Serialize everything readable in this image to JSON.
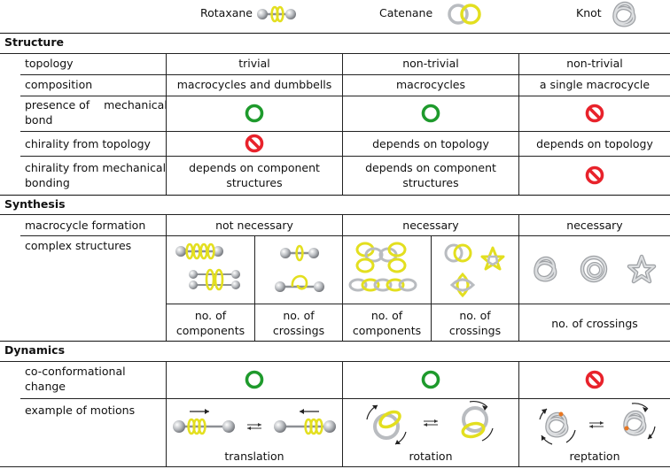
{
  "header": {
    "rotaxane": "Rotaxane",
    "catenane": "Catenane",
    "knot": "Knot"
  },
  "sections": {
    "structure": "Structure",
    "synthesis": "Synthesis",
    "dynamics": "Dynamics"
  },
  "rows": {
    "topology": {
      "label": "topology",
      "rotaxane": "trivial",
      "catenane": "non-trivial",
      "knot": "non-trivial"
    },
    "composition": {
      "label": "composition",
      "rotaxane": "macrocycles and dumbbells",
      "catenane": "macrocycles",
      "knot": "a single macrocycle"
    },
    "mechanical_bond": {
      "label_line1": "presence of    mechanical",
      "label_line2": "bond",
      "rotaxane": "yes",
      "catenane": "yes",
      "knot": "no"
    },
    "chirality_topology": {
      "label": "chirality from topology",
      "rotaxane": "no",
      "catenane": "depends on topology",
      "knot": "depends on topology"
    },
    "chirality_mechanical": {
      "label_line1": "chirality from mechanical",
      "label_line2": "bonding",
      "rotaxane_line1": "depends on component",
      "rotaxane_line2": "structures",
      "catenane_line1": "depends on component",
      "catenane_line2": "structures",
      "knot": "no"
    },
    "macrocycle_formation": {
      "label": "macrocycle formation",
      "rotaxane": "not necessary",
      "catenane": "necessary",
      "knot": "necessary"
    },
    "complex_structures": {
      "label": "complex structures",
      "rotaxane_left_line1": "no. of",
      "rotaxane_left_line2": "components",
      "rotaxane_right_line1": "no. of",
      "rotaxane_right_line2": "crossings",
      "catenane_left_line1": "no. of",
      "catenane_left_line2": "components",
      "catenane_right_line1": "no. of",
      "catenane_right_line2": "crossings",
      "knot": "no. of crossings"
    },
    "co_conformational": {
      "label_line1": "co-conformational",
      "label_line2": "change",
      "rotaxane": "yes",
      "catenane": "yes",
      "knot": "no"
    },
    "motions": {
      "label": "example of motions",
      "rotaxane": "translation",
      "catenane": "rotation",
      "knot": "reptation"
    }
  },
  "colors": {
    "yes_circle": "#1e9a2c",
    "no_symbol": "#e8222b",
    "ring_yellow": "#e3df1f",
    "ring_grey": "#b9bcc0",
    "ball_grey": "#a7aaae",
    "rule": "#222222"
  },
  "icons": {
    "yes": "green-ring-icon",
    "no": "red-prohibition-icon"
  }
}
